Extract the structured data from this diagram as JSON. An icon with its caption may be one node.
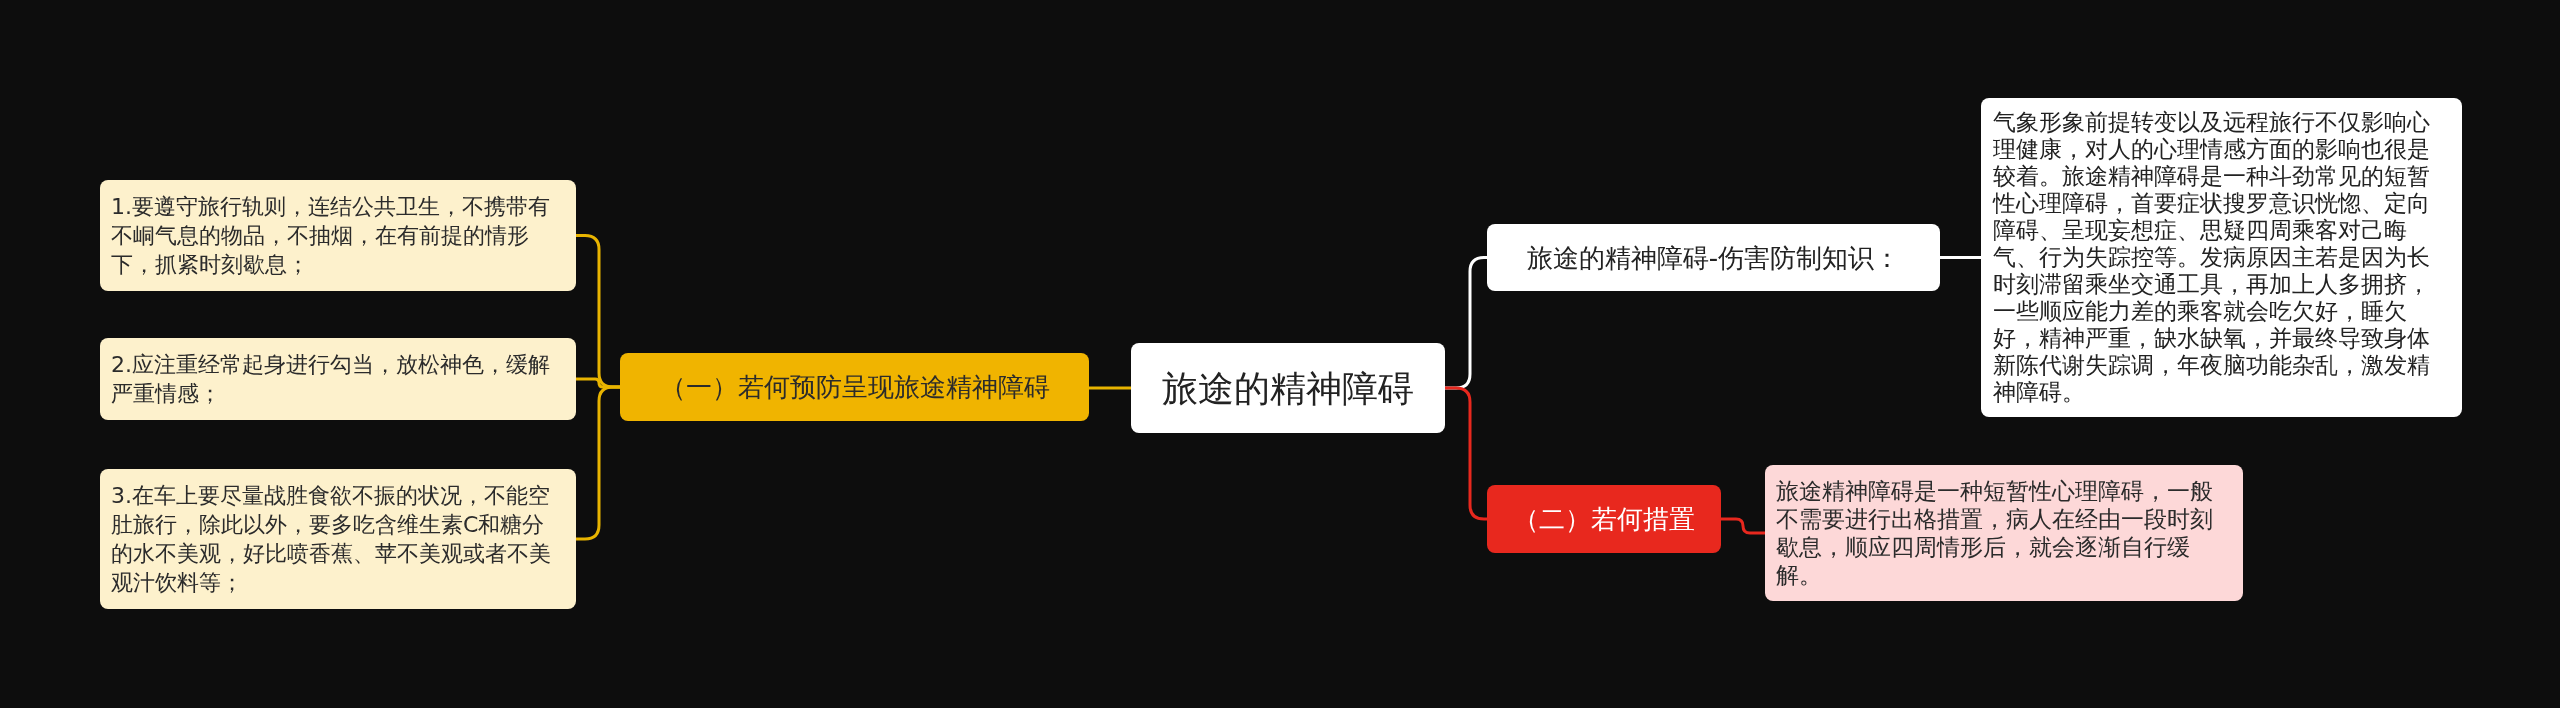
{
  "diagram": {
    "nodes": [
      {
        "text": [
          "旅途的精神障碍"
        ]
      },
      {
        "text": [
          "（一）若何预防呈现旅途精神障碍"
        ]
      },
      {
        "text": [
          "1.要遵守旅行轨则，连结公共卫生，不携带有不峒气息的物品，不抽烟，在有前提的情形下，抓紧时刻歇息；"
        ]
      },
      {
        "text": [
          "2.应注重经常起身进行勾当，放松神色，缓解严重情感；"
        ]
      },
      {
        "text": [
          "3.在车上要尽量战胜食欲不振的状况，不能空肚旅行，除此以外，要多吃含维生素C和糖分的水不美观，好比喷香蕉、苹不美观或者不美观汁饮料等；"
        ]
      },
      {
        "text": [
          "旅途的精神障碍-伤害防制知识："
        ]
      },
      {
        "text": [
          "气象形象前提转变以及远程旅行不仅影响心理健康，对人的心理情感方面的影响也很是较着。旅途精神障碍是一种斗劲常见的短暂性心理障碍，首要症状搜罗意识恍惚、定向障碍、呈现妄想症、思疑四周乘客对己晦气、行为失踪控等。发病原因主若是因为长时刻滞留乘坐交通工具，再加上人多拥挤，一些顺应能力差的乘客就会吃欠好，睡欠好，精神严重，缺水缺氧，并最终导致身体新陈代谢失踪调，年夜脑功能杂乱，激发精神障碍。"
        ]
      },
      {
        "text": [
          "（二）若何措置"
        ]
      },
      {
        "text": [
          "旅途精神障碍是一种短暂性心理障碍，一般不需要进行出格措置，病人在经由一段时刻歇息，顺应四周情形后，就会逐渐自行缓解。"
        ]
      }
    ],
    "edges": [
      {
        "from": 0,
        "to": 1,
        "arrow": "none"
      },
      {
        "from": 1,
        "to": 2,
        "arrow": "none"
      },
      {
        "from": 1,
        "to": 3,
        "arrow": "none"
      },
      {
        "from": 1,
        "to": 4,
        "arrow": "none"
      },
      {
        "from": 0,
        "to": 5,
        "arrow": "none",
        "color": "#ffffff"
      },
      {
        "from": 5,
        "to": 6,
        "arrow": "none",
        "color": "#ffffff"
      },
      {
        "from": 0,
        "to": 7,
        "arrow": "none",
        "color": "#e8281e"
      },
      {
        "from": 7,
        "to": 8,
        "arrow": "none",
        "color": "#e8281e"
      }
    ]
  }
}
